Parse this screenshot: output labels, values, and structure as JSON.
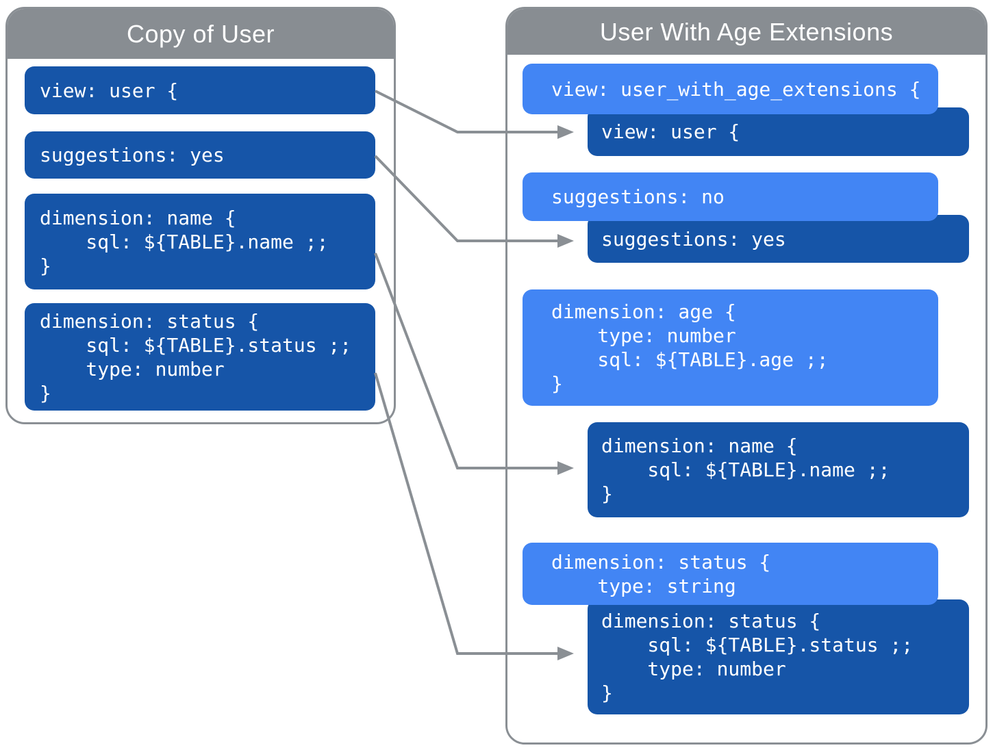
{
  "left_panel": {
    "title": "Copy of User",
    "blocks": [
      {
        "id": "view-user",
        "lines": [
          "view: user {"
        ]
      },
      {
        "id": "suggestions-yes",
        "lines": [
          "suggestions: yes"
        ]
      },
      {
        "id": "dimension-name",
        "lines": [
          "dimension: name {",
          "    sql: ${TABLE}.name ;;",
          "}"
        ]
      },
      {
        "id": "dimension-status",
        "lines": [
          "dimension: status {",
          "    sql: ${TABLE}.status ;;",
          "    type: number",
          "}"
        ]
      }
    ]
  },
  "right_panel": {
    "title": "User With Age Extensions",
    "blocks": [
      {
        "id": "view-extended",
        "variant": "light",
        "lines": [
          "view: user_with_age_extensions {"
        ]
      },
      {
        "id": "view-original",
        "variant": "dark",
        "lines": [
          "view: user {"
        ]
      },
      {
        "id": "suggestions-no",
        "variant": "light",
        "lines": [
          "suggestions: no"
        ]
      },
      {
        "id": "suggestions-yes",
        "variant": "dark",
        "lines": [
          "suggestions: yes"
        ]
      },
      {
        "id": "dimension-age",
        "variant": "light",
        "lines": [
          "dimension: age {",
          "    type: number",
          "    sql: ${TABLE}.age ;;",
          "}"
        ]
      },
      {
        "id": "dimension-name",
        "variant": "dark",
        "lines": [
          "dimension: name {",
          "    sql: ${TABLE}.name ;;",
          "}"
        ]
      },
      {
        "id": "dimension-status-light",
        "variant": "light",
        "lines": [
          "dimension: status {",
          "    type: string"
        ]
      },
      {
        "id": "dimension-status-dark",
        "variant": "dark",
        "lines": [
          "dimension: status {",
          "    sql: ${TABLE}.status ;;",
          "    type: number",
          "}"
        ]
      }
    ]
  },
  "colors": {
    "light_blue": "#4285F4",
    "dark_blue": "#1655A8",
    "header_gray": "#888D92",
    "line_gray": "#8A8F94",
    "text_white": "#FFFFFF"
  }
}
